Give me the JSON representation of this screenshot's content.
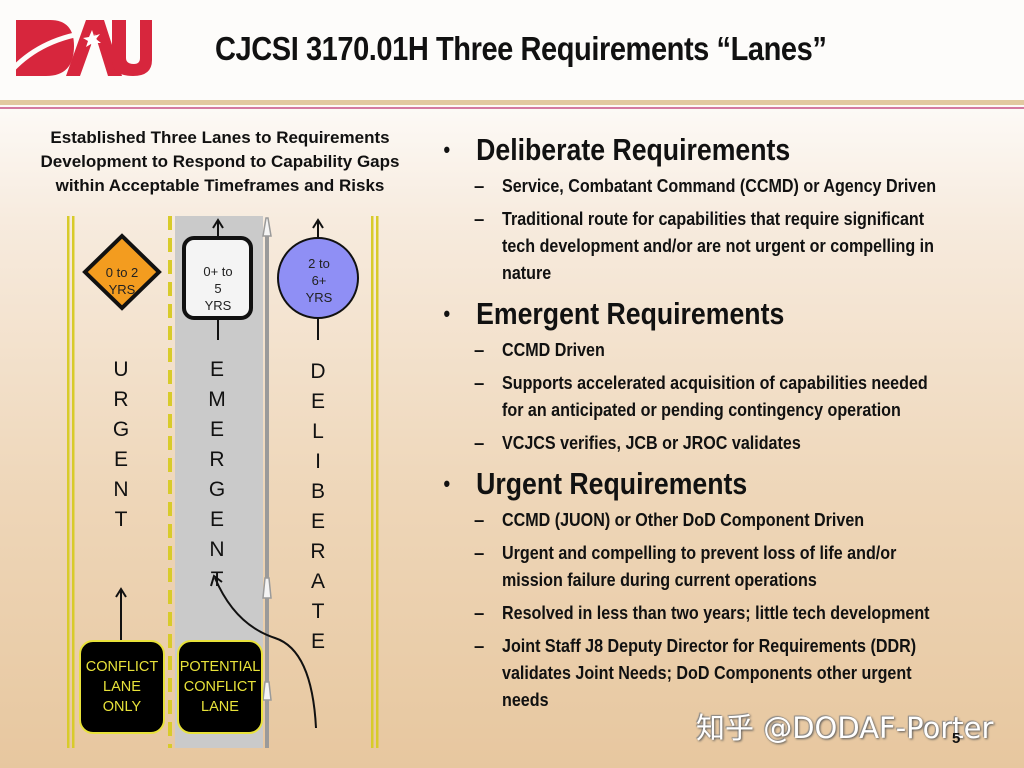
{
  "header": {
    "logo_text": "DAU",
    "title": "CJCSI 3170.01H Three Requirements “Lanes”"
  },
  "diagram": {
    "caption_lines": [
      "Established Three Lanes to Requirements",
      "Development to Respond to Capability Gaps",
      "within Acceptable Timeframes and Risks"
    ],
    "lanes": [
      {
        "name": "URGENT",
        "letters": [
          "U",
          "R",
          "G",
          "E",
          "N",
          "T"
        ],
        "sign_shape": "diamond",
        "sign_color": "#f39c1f",
        "sign_lines": [
          "0 to 2",
          "YRS"
        ],
        "bottom_sign_lines": [
          "CONFLICT",
          "LANE",
          "ONLY"
        ]
      },
      {
        "name": "EMERGENT",
        "letters": [
          "E",
          "M",
          "E",
          "R",
          "G",
          "E",
          "N",
          "T"
        ],
        "sign_shape": "rounded-square",
        "sign_color": "#f4f4f4",
        "sign_lines": [
          "0+ to",
          "5",
          "YRS"
        ],
        "bottom_sign_lines": [
          "POTENTIAL",
          "CONFLICT",
          "LANE"
        ]
      },
      {
        "name": "DELIBERATE",
        "letters": [
          "D",
          "E",
          "L",
          "I",
          "B",
          "E",
          "R",
          "A",
          "T",
          "E"
        ],
        "sign_shape": "circle",
        "sign_color": "#8f8ff5",
        "sign_lines": [
          "2 to",
          "6+",
          "YRS"
        ]
      }
    ]
  },
  "sections": [
    {
      "heading": "Deliberate Requirements",
      "items": [
        [
          "Service, Combatant Command (CCMD) or Agency Driven"
        ],
        [
          "Traditional route for capabilities that require significant",
          "tech development and/or are not urgent or compelling in",
          "nature"
        ]
      ]
    },
    {
      "heading": "Emergent Requirements",
      "items": [
        [
          "CCMD Driven"
        ],
        [
          "Supports accelerated acquisition of  capabilities needed",
          "for an anticipated or pending contingency operation"
        ],
        [
          "VCJCS verifies, JCB or JROC validates"
        ]
      ]
    },
    {
      "heading": "Urgent Requirements",
      "items": [
        [
          "CCMD (JUON) or Other DoD Component Driven"
        ],
        [
          "Urgent and compelling to prevent loss of life and/or",
          "mission failure during current operations"
        ],
        [
          "Resolved in less than two years; little tech development"
        ],
        [
          "Joint Staff J8 Deputy Director for Requirements (DDR)",
          "validates Joint Needs; DoD Components other  urgent",
          "needs"
        ]
      ]
    }
  ],
  "footer": {
    "watermark": "知乎 @DODAF-Porter",
    "page_number": "5"
  },
  "symbols": {
    "bullet": "•",
    "dash": "–"
  },
  "colors": {
    "brand_red": "#d7263d",
    "lane_yellow": "#d8cb2a",
    "emergent_gray": "#cacaca",
    "sign_border_yellow": "#e8e23a"
  }
}
